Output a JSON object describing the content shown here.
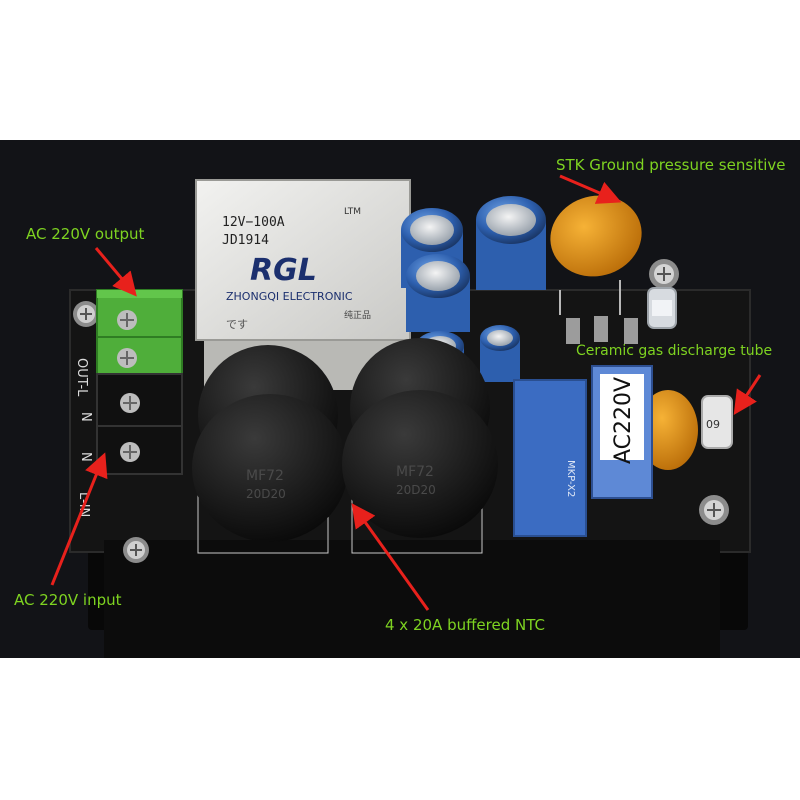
{
  "labels": {
    "ac_output": "AC 220V output",
    "stk": "STK Ground pressure sensitive",
    "ceramic": "Ceramic gas discharge tube",
    "ac_input": "AC 220V input",
    "ntc": "4 x 20A buffered NTC"
  },
  "board": {
    "relay": {
      "rating": "12V−100A",
      "model": "JD1914",
      "brand": "RGL",
      "maker": "ZHONGQI ELECTRONIC",
      "tag": "LTM",
      "mark1": "です",
      "mark2": "纯正品"
    },
    "ntc_mark": "MF72",
    "ntc_code": "20D20",
    "box_cap_top": "AC220V",
    "box_cap_side": "MKP-X2",
    "side_labels": [
      "OUT-L",
      "N",
      "N",
      "L-IN"
    ],
    "tube_mark": "09"
  },
  "colors": {
    "callout_green": "#7ed321",
    "arrow": "#e8211c",
    "pcb": "#141414",
    "background": "#121317"
  }
}
